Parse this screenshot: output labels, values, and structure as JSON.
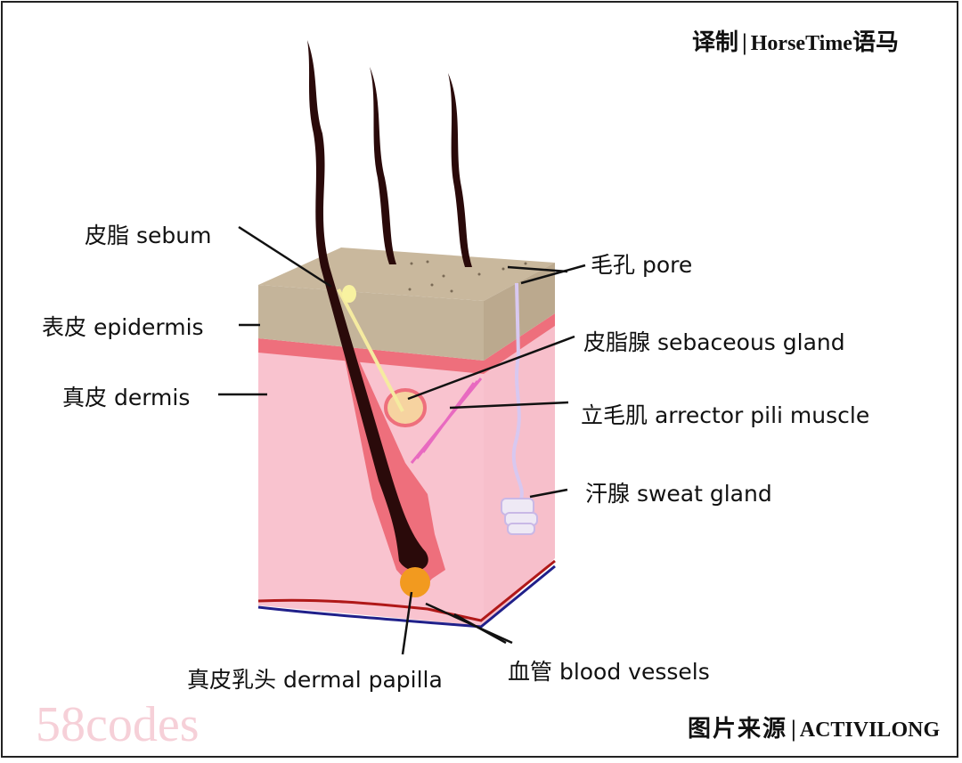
{
  "credits": {
    "top_cn": "译制",
    "top_sep": "|",
    "top_en": "HorseTime",
    "top_cn2": "语马",
    "bottom_cn": "图片来源",
    "bottom_sep": "|",
    "bottom_en": "ACTIVILONG",
    "watermark": "58codes"
  },
  "labels": {
    "sebum": "皮脂 sebum",
    "epidermis": "表皮 epidermis",
    "dermis": "真皮 dermis",
    "pore": "毛孔 pore",
    "sebaceous_gland": "皮脂腺 sebaceous gland",
    "arrector_pili": "立毛肌 arrector pili muscle",
    "sweat_gland": "汗腺 sweat gland",
    "dermal_papilla": "真皮乳头 dermal papilla",
    "blood_vessels": "血管 blood vessels"
  },
  "colors": {
    "epidermis": "#c4b49a",
    "dermis": "#f9c3cf",
    "basal": "#ee6f7c",
    "hair": "#2a0a0a",
    "papilla": "#f29a1f",
    "artery": "#b01818",
    "vein": "#20208a"
  }
}
